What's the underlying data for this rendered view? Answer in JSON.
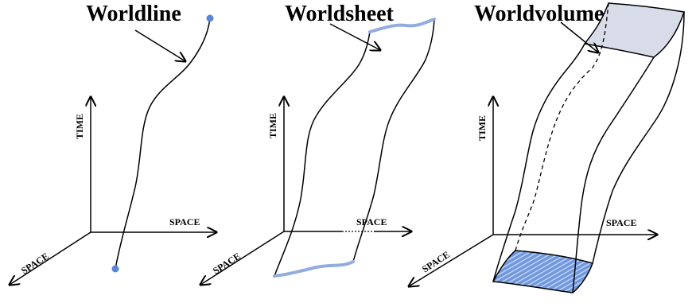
{
  "colors": {
    "ink": "#000000",
    "accent": "#5b86d6",
    "accent_light": "#93ace0",
    "cap_fill": "#d7dce8",
    "hatch_fill": "#6e97de"
  },
  "panels": [
    {
      "title": "Worldline",
      "axis_labels": {
        "time": "TIME",
        "space_x": "SPACE",
        "space_diag": "SPACE"
      }
    },
    {
      "title": "Worldsheet",
      "axis_labels": {
        "time": "TIME",
        "space_x": "SPACE",
        "space_diag": "SPACE"
      }
    },
    {
      "title": "Worldvolume",
      "axis_labels": {
        "time": "TIME",
        "space_x": "SPACE",
        "space_diag": "SPACE"
      }
    }
  ]
}
